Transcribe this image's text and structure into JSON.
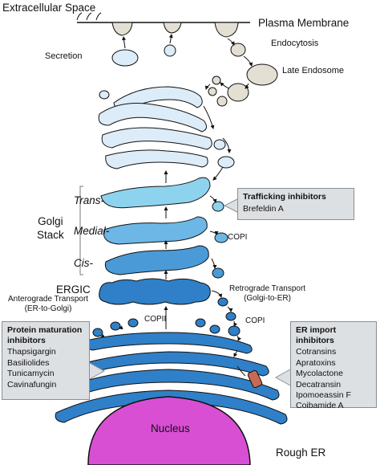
{
  "labels": {
    "extracellular_space": "Extracellular Space",
    "plasma_membrane": "Plasma Membrane",
    "secretion": "Secretion",
    "endocytosis": "Endocytosis",
    "late_endosome": "Late Endosome",
    "golgi_stack": "Golgi\nStack",
    "trans": "Trans-",
    "medial": "Medial-",
    "cis": "Cis-",
    "copi_upper": "COPI",
    "ergic": "ERGIC",
    "anterograde": "Anterograde Transport\n(ER-to-Golgi)",
    "retrograde": "Retrograde Transport\n(Golgi-to-ER)",
    "copii": "COPII",
    "copi_lower": "COPI",
    "nucleus": "Nucleus",
    "rough_er": "Rough ER"
  },
  "callouts": {
    "trafficking": {
      "title": "Trafficking inhibitors",
      "items": [
        "Brefeldin A"
      ]
    },
    "protein_maturation": {
      "title": "Protein maturation\ninhibitors",
      "items": [
        "Thapsigargin",
        "Basiliolides",
        "Tunicamycin",
        "Cavinafungin"
      ]
    },
    "er_import": {
      "title": "ER import inhibitors",
      "items": [
        "Cotransins",
        "Apratoxins",
        "Mycolactone",
        "Decatransin",
        "Ipomoeassin F",
        "Coibamide A"
      ]
    }
  },
  "colors": {
    "nucleus": "#d94fd4",
    "er": "#2f80c8",
    "golgi_cis": "#4b9ad8",
    "golgi_trans": "#8ed3ee",
    "trans_golgi_network": "#dcecf8",
    "endosome": "#e3dfd2",
    "callout_bg": "#dde0e3",
    "translocon": "#c76a55"
  }
}
